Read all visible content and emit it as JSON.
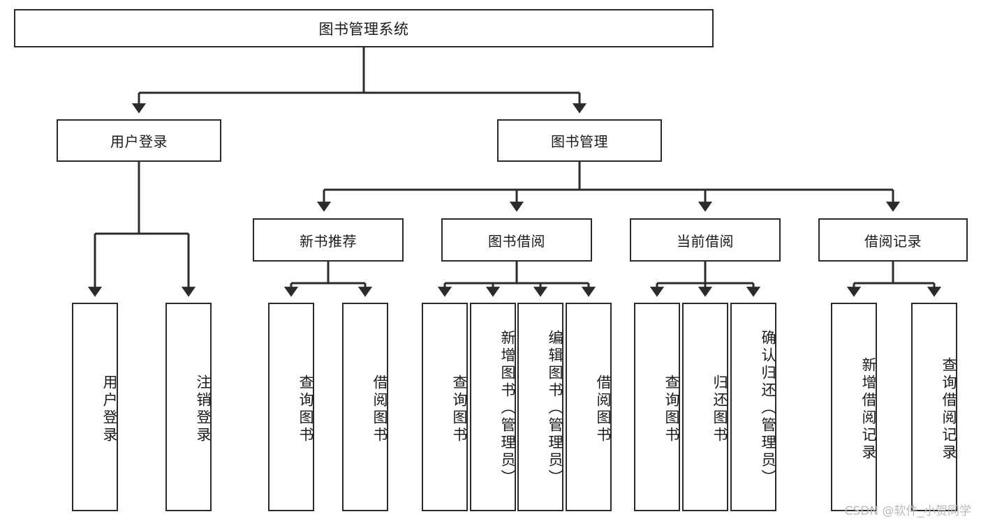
{
  "diagram": {
    "title": "图书管理系统",
    "type": "tree-structure-chart",
    "line_color": "#2b2b2b",
    "box_fill": "#ffffff",
    "text_color": "#1a1a1a",
    "watermark": "CSDN @软件_小贺同学"
  },
  "nodes": {
    "root": {
      "label": "图书管理系统"
    },
    "level2": [
      {
        "label": "用户登录"
      },
      {
        "label": "图书管理"
      }
    ],
    "level3": [
      {
        "label": "新书推荐"
      },
      {
        "label": "图书借阅"
      },
      {
        "label": "当前借阅"
      },
      {
        "label": "借阅记录"
      }
    ],
    "leaves": [
      {
        "label": "用户登录"
      },
      {
        "label": "注销登录"
      },
      {
        "label": "查询图书"
      },
      {
        "label": "借阅图书"
      },
      {
        "label": "查询图书"
      },
      {
        "label": "新增图书（管理员）"
      },
      {
        "label": "编辑图书（管理员）"
      },
      {
        "label": "借阅图书"
      },
      {
        "label": "查询图书"
      },
      {
        "label": "归还图书"
      },
      {
        "label": "确认归还（管理员）"
      },
      {
        "label": "新增借阅记录"
      },
      {
        "label": "查询借阅记录"
      }
    ]
  },
  "chart_data": {
    "type": "tree",
    "title": "图书管理系统",
    "root": {
      "name": "图书管理系统",
      "children": [
        {
          "name": "用户登录",
          "children": [
            {
              "name": "用户登录"
            },
            {
              "name": "注销登录"
            }
          ]
        },
        {
          "name": "图书管理",
          "children": [
            {
              "name": "新书推荐",
              "children": [
                {
                  "name": "查询图书"
                },
                {
                  "name": "借阅图书"
                }
              ]
            },
            {
              "name": "图书借阅",
              "children": [
                {
                  "name": "查询图书"
                },
                {
                  "name": "新增图书（管理员）"
                },
                {
                  "name": "编辑图书（管理员）"
                },
                {
                  "name": "借阅图书"
                }
              ]
            },
            {
              "name": "当前借阅",
              "children": [
                {
                  "name": "查询图书"
                },
                {
                  "name": "归还图书"
                },
                {
                  "name": "确认归还（管理员）"
                }
              ]
            },
            {
              "name": "借阅记录",
              "children": [
                {
                  "name": "新增借阅记录"
                },
                {
                  "name": "查询借阅记录"
                }
              ]
            }
          ]
        }
      ]
    }
  }
}
